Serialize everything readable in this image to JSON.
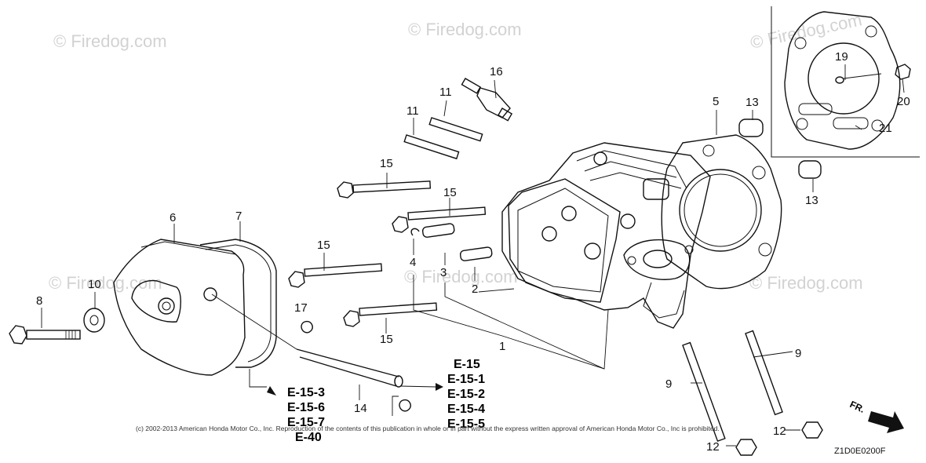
{
  "watermarks": [
    "© Firedog.com",
    "© Firedog.com",
    "© Firedog.com",
    "© Firedog.com",
    "© Firedog.com",
    "© Firedog.com"
  ],
  "callouts": {
    "c1": "1",
    "c2": "2",
    "c3": "3",
    "c4": "4",
    "c5": "5",
    "c6": "6",
    "c7": "7",
    "c8": "8",
    "c9a": "9",
    "c9b": "9",
    "c10": "10",
    "c11a": "11",
    "c11b": "11",
    "c12a": "12",
    "c12b": "12",
    "c13a": "13",
    "c13b": "13",
    "c14": "14",
    "c15a": "15",
    "c15b": "15",
    "c15c": "15",
    "c15d": "15",
    "c16": "16",
    "c17": "17",
    "c19": "19",
    "c20": "20",
    "c21": "21"
  },
  "references_left": [
    "E-15-3",
    "E-15-6",
    "E-15-7",
    "E-40"
  ],
  "references_right": [
    "E-15",
    "E-15-1",
    "E-15-2",
    "E-15-4",
    "E-15-5"
  ],
  "copyright": "(c) 2002-2013 American Honda Motor Co., Inc. Reproduction of the contents of this publication in whole or in part without the express written approval of American Honda Motor Co., Inc is prohibited.",
  "diagram_code": "Z1D0E0200F",
  "front_indicator": "FR."
}
